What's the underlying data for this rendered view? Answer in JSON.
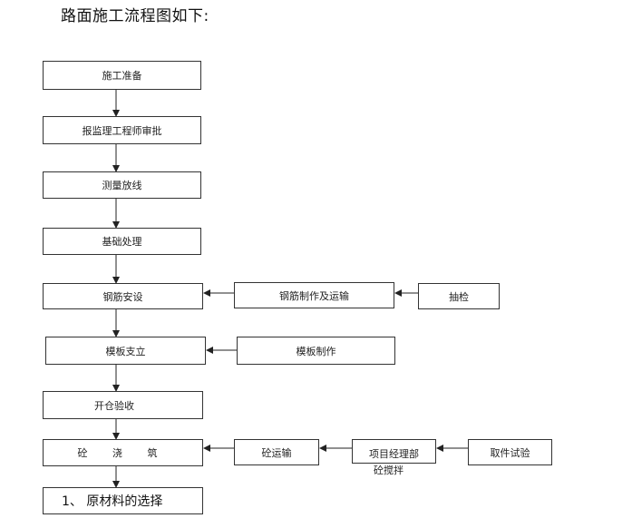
{
  "heading": "路面施工流程图如下:",
  "steps": [
    "施工准备",
    "报监理工程师审批",
    "测量放线",
    "基础处理",
    "钢筋安设",
    "模板支立",
    "开仓验收",
    "砼 浇 筑"
  ],
  "side_boxes": {
    "rebar_fab": "钢筋制作及运输",
    "sampling": "抽检",
    "formwork_fab": "模板制作",
    "concrete_transport": "砼运输",
    "project_dept": "项目经理部",
    "project_dept_sub": "砼搅拌",
    "sample_test": "取件试验"
  },
  "bottom_label": "1、 原材料的选择"
}
